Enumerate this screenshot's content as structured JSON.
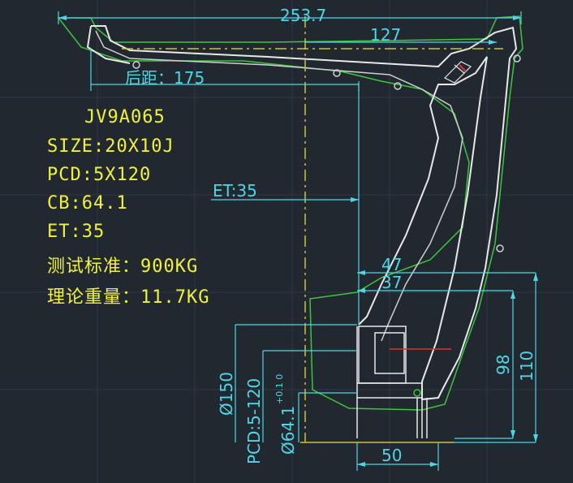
{
  "spec": {
    "model": "JV9A065",
    "size": "SIZE:20X10J",
    "pcd": "PCD:5X120",
    "cb": "CB:64.1",
    "et": "ET:35",
    "test_load": "测试标准：900KG",
    "theory_weight": "理论重量：11.7KG"
  },
  "dimensions": {
    "overall_width": "253.7",
    "inner_width": "127",
    "backspace": "后距：175",
    "et_label": "ET:35",
    "d47": "47",
    "d37": "37",
    "d98": "98",
    "d110": "110",
    "d150": "Ø150",
    "pcd": "PCD:5-120",
    "cb_dia": "Ø64.1",
    "cb_tol": "+0.1 0",
    "d50": "50"
  },
  "colors": {
    "background": "#212830",
    "spec_text": "#f2f23a",
    "dimension": "#4fd6e6",
    "profile": "#e8e8e8",
    "outline": "#3ec43e",
    "centerline": "#c8c43a",
    "hub_red": "#e03030"
  }
}
